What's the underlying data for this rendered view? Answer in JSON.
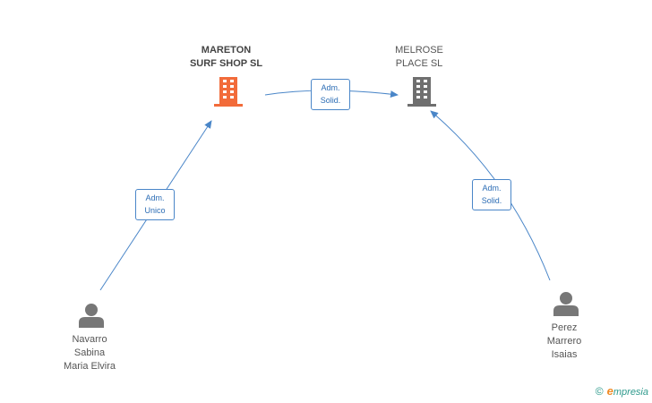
{
  "companies": [
    {
      "id": "mareton",
      "lines": [
        "MARETON",
        "SURF SHOP SL"
      ],
      "color": "#f26b3a"
    },
    {
      "id": "melrose",
      "lines": [
        "MELROSE",
        "PLACE SL"
      ],
      "color": "#6f6f6f"
    }
  ],
  "persons": [
    {
      "id": "navarro",
      "lines": [
        "Navarro",
        "Sabina",
        "Maria Elvira"
      ]
    },
    {
      "id": "perez",
      "lines": [
        "Perez",
        "Marrero",
        "Isaias"
      ]
    }
  ],
  "relations": [
    {
      "id": "navarro-mareton",
      "lines": [
        "Adm.",
        "Unico"
      ]
    },
    {
      "id": "mareton-melrose",
      "lines": [
        "Adm.",
        "Solid."
      ]
    },
    {
      "id": "perez-melrose",
      "lines": [
        "Adm.",
        "Solid."
      ]
    }
  ],
  "brand": {
    "copyright": "©",
    "initial": "e",
    "rest": "mpresia"
  },
  "colors": {
    "edge": "#4a86c8",
    "person": "#777777"
  }
}
